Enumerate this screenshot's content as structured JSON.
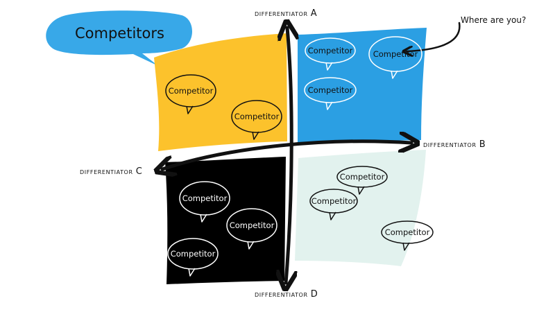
{
  "title": "Competitors",
  "note": "Where are you?",
  "axes": {
    "top": {
      "prefix": "differentiator ",
      "letter": "A"
    },
    "right": {
      "prefix": "differentiator ",
      "letter": "B"
    },
    "left": {
      "prefix": "differentiator ",
      "letter": "C"
    },
    "bottom": {
      "prefix": "differentiator ",
      "letter": "D"
    }
  },
  "quadrants": {
    "top_left": {
      "color": "#fcc22c",
      "bubbles": [
        "Competitor",
        "Competitor"
      ]
    },
    "top_right": {
      "color": "#2b9fe3",
      "bubbles": [
        "Competitor",
        "Competitor",
        "Competitor"
      ]
    },
    "bottom_left": {
      "color": "#000000",
      "bubbles": [
        "Competitor",
        "Competitor",
        "Competitor"
      ]
    },
    "bottom_right": {
      "color": "#e2f2ee",
      "bubbles": [
        "Competitor",
        "Competitor",
        "Competitor"
      ]
    }
  },
  "colors": {
    "title_bubble": "#38a8e8",
    "axis": "#111111"
  }
}
